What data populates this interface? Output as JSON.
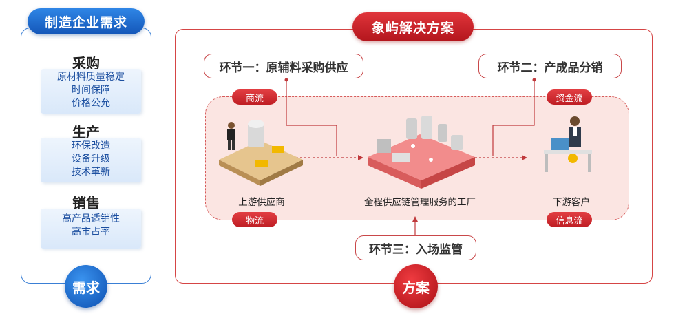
{
  "left_panel": {
    "title": "制造企业需求",
    "sections": [
      {
        "title": "采购",
        "items": [
          "原材料质量稳定",
          "时间保障",
          "价格公允"
        ]
      },
      {
        "title": "生产",
        "items": [
          "环保改造",
          "设备升级",
          "技术革新"
        ]
      },
      {
        "title": "销售",
        "items": [
          "高产品适销性",
          "高市占率"
        ]
      }
    ],
    "footer": "需求"
  },
  "right_panel": {
    "title": "象屿解决方案",
    "footer": "方案",
    "links": {
      "one": "环节一：原辅料采购供应",
      "two": "环节二：产成品分销",
      "three": "环节三：入场监管"
    },
    "flows": {
      "top_left": "商流",
      "top_right": "资金流",
      "bottom_left": "物流",
      "bottom_right": "信息流"
    },
    "nodes": {
      "upstream": "上游供应商",
      "factory": "全程供应链管理服务的工厂",
      "downstream": "下游客户"
    }
  },
  "colors": {
    "blue": "#1a63c8",
    "red": "#c8262c",
    "pink_bg": "#fbe5e2"
  }
}
